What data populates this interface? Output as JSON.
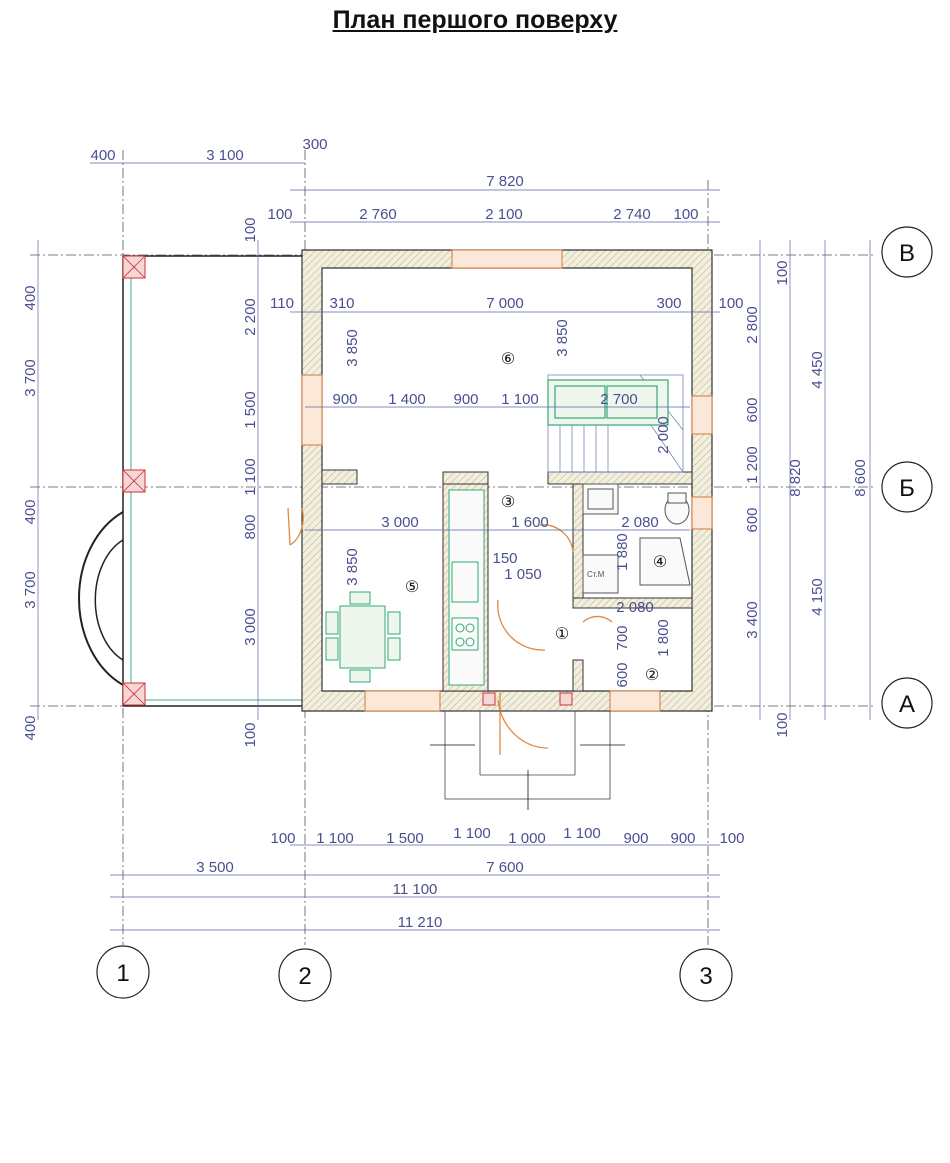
{
  "title": "План першого поверху",
  "axes": {
    "vertical": [
      "1",
      "2",
      "3"
    ],
    "horizontal": [
      "В",
      "Б",
      "А"
    ]
  },
  "rooms": [
    "⑥",
    "③",
    "⑤",
    "①",
    "④",
    "②"
  ],
  "fixture_labels": {
    "washer": "Ст.М"
  },
  "dims": {
    "top1": [
      "400",
      "3 100",
      "300"
    ],
    "top2": [
      "7 820"
    ],
    "top3": [
      "100",
      "2 760",
      "2 100",
      "2 740",
      "100"
    ],
    "inner_top": [
      "110",
      "310",
      "7 000",
      "300",
      "100"
    ],
    "inner_mid": [
      "900",
      "1 400",
      "900",
      "1 100",
      "2 700"
    ],
    "inner_h": [
      "3 000",
      "1 600",
      "2 080",
      "150",
      "1 050",
      "2 080"
    ],
    "bottom1": [
      "100",
      "1 100",
      "1 500",
      "1 100",
      "1 000",
      "1 100",
      "900",
      "900",
      "100"
    ],
    "bottom2": [
      "3 500",
      "7 600"
    ],
    "bottom3": [
      "11 100"
    ],
    "bottom4": [
      "11 210"
    ],
    "left_outer": [
      "400",
      "3 700",
      "400",
      "3 700",
      "400"
    ],
    "left_inner": [
      "100",
      "2 200",
      "1 500",
      "1 100",
      "800",
      "3 000",
      "100"
    ],
    "inner_v": [
      "3 850",
      "3 850",
      "2 000",
      "3 850",
      "1 880",
      "700",
      "1 800",
      "600"
    ],
    "right1": [
      "2 800",
      "600",
      "1 200",
      "600",
      "3 400"
    ],
    "right2": [
      "100",
      "100"
    ],
    "right3": [
      "4 450",
      "4 150"
    ],
    "right4": [
      "8 820"
    ],
    "right5": [
      "8 600"
    ]
  }
}
